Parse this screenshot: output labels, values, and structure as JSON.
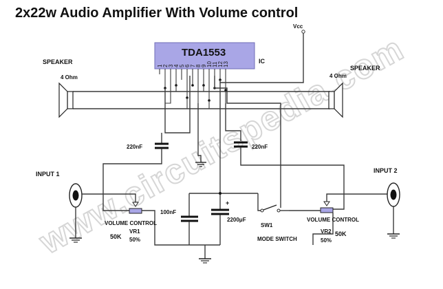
{
  "title": "2x22w Audio Amplifier With Volume control",
  "watermark": "www.circuitspedia.com",
  "ic": {
    "label": "TDA1553",
    "tag": "IC",
    "pins": [
      "1",
      "2",
      "3",
      "4",
      "5",
      "6",
      "7",
      "8",
      "9",
      "10",
      "11",
      "12",
      "13"
    ],
    "color": "#a9a6e6"
  },
  "supply": {
    "label": "Vcc"
  },
  "speakers": {
    "left": {
      "label": "SPEAKER",
      "impedance": "4 Ohm"
    },
    "right": {
      "label": "SPEAKER",
      "impedance": "4 Ohm"
    }
  },
  "inputs": {
    "left": "INPUT 1",
    "right": "INPUT 2"
  },
  "capacitors": {
    "c_left": "220nF",
    "c_right": "220nF",
    "c_100n": "100nF",
    "c_2200u": "2200μF",
    "polarity": "+"
  },
  "volume": {
    "left": {
      "label": "VOLUME CONTROL",
      "ref": "VR1",
      "value": "50K",
      "taper": "50%"
    },
    "right": {
      "label": "VOLUME CONTROL",
      "ref": "VR2",
      "value": "50K",
      "taper": "50%"
    }
  },
  "switch": {
    "ref": "SW1",
    "label": "MODE SWITCH"
  }
}
